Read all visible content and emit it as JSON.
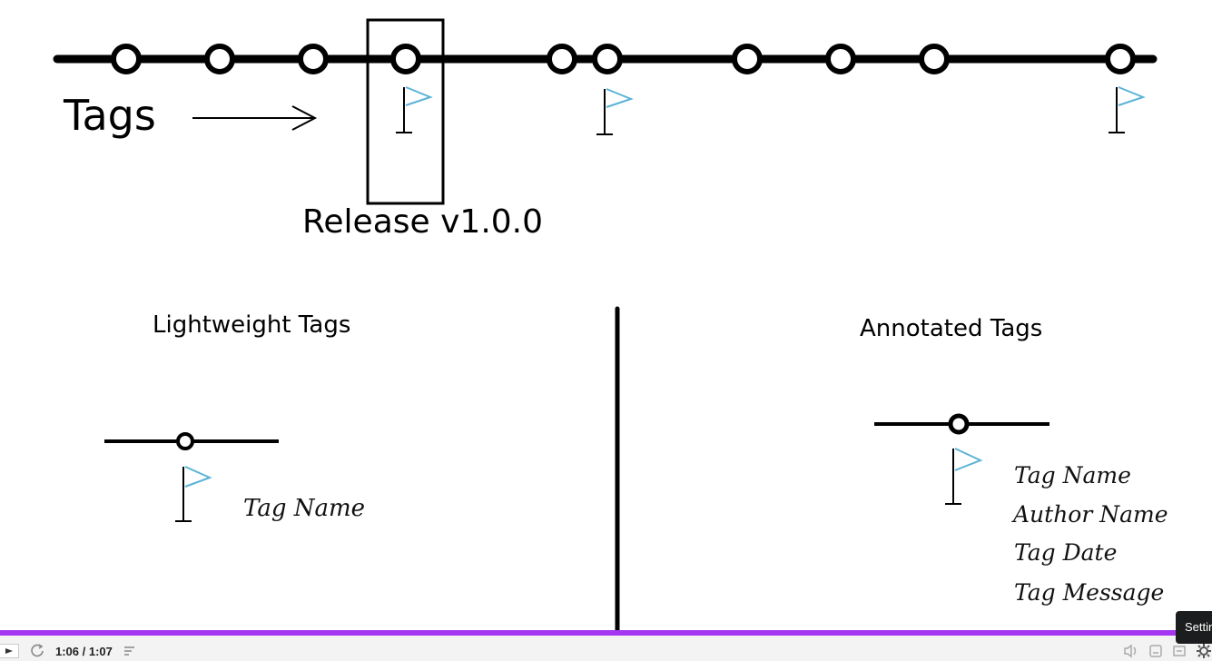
{
  "slide": {
    "tags_label": "Tags",
    "release_label": "Release v1.0.0",
    "lightweight_title": "Lightweight Tags",
    "annotated_title": "Annotated Tags",
    "lightweight_fields": [
      "Tag Name"
    ],
    "annotated_fields": [
      "Tag Name",
      "Author Name",
      "Tag Date",
      "Tag Message"
    ],
    "flag_color": "#5bb3d6"
  },
  "player": {
    "time": "1:06 / 1:07",
    "progress_fraction": 0.97,
    "accent_color": "#a435f0",
    "settings_tooltip": "Settings",
    "left_icons": [
      "play-icon",
      "rewind-icon",
      "transcript-icon"
    ],
    "right_icons": [
      "volume-icon",
      "captions-icon",
      "fullscreen-icon",
      "gear-icon"
    ]
  }
}
